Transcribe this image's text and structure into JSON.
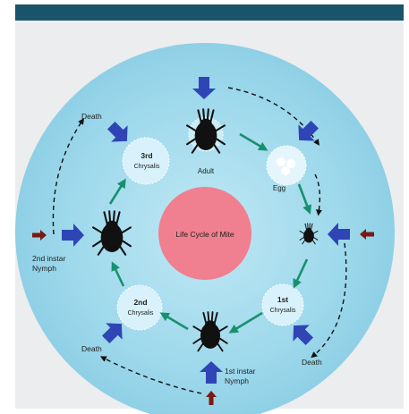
{
  "header": {
    "bar_color": "#1a546a"
  },
  "diagram": {
    "center_label": "Life Cycle of Mite",
    "stages": {
      "adult": "Adult",
      "egg": "Egg",
      "first_chrysalis_num": "1st",
      "first_chrysalis_word": "Chrysalis",
      "second_chrysalis_num": "2nd",
      "second_chrysalis_word": "Chrysalis",
      "third_chrysalis_num": "3rd",
      "third_chrysalis_word": "Chrysalis",
      "first_nymph_line1": "1st instar",
      "first_nymph_line2": "Nymph",
      "second_nymph_line1": "2nd instar",
      "second_nymph_line2": "Nymph"
    },
    "death_labels": [
      "Death",
      "Death",
      "Death"
    ],
    "colors": {
      "disc": "#9fd9ec",
      "center": "#f07f8f",
      "cycle_arrow": "#18906e",
      "input_arrow": "#2f45b5",
      "death_arrow": "#7a1a10"
    }
  }
}
